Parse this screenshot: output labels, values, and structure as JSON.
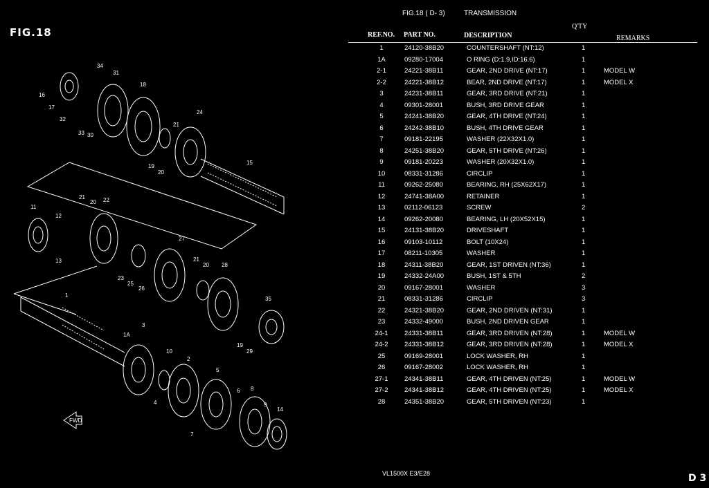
{
  "figure_label": "FIG.18",
  "header": {
    "fig_ref": "FIG.18 ( D- 3)",
    "title": "TRANSMISSION"
  },
  "columns": {
    "ref": "REF.NO.",
    "part": "PART NO.",
    "desc": "DESCRIPTION",
    "qty": "Q'TY",
    "remarks": "REMARKS"
  },
  "parts": [
    {
      "ref": "1",
      "part": "24120-38B20",
      "desc": "COUNTERSHAFT (NT:12)",
      "qty": "1",
      "remarks": ""
    },
    {
      "ref": "1A",
      "part": "09280-17004",
      "desc": "O RING (D:1.9,ID:16.6)",
      "qty": "1",
      "remarks": ""
    },
    {
      "ref": "2-1",
      "part": "24221-38B11",
      "desc": "GEAR, 2ND DRIVE (NT:17)",
      "qty": "1",
      "remarks": "MODEL W"
    },
    {
      "ref": "2-2",
      "part": "24221-38B12",
      "desc": "BEAR, 2ND DRIVE (NT:17)",
      "qty": "1",
      "remarks": "MODEL X"
    },
    {
      "ref": "3",
      "part": "24231-38B11",
      "desc": "GEAR, 3RD DRIVE (NT:21)",
      "qty": "1",
      "remarks": ""
    },
    {
      "ref": "4",
      "part": "09301-28001",
      "desc": "BUSH, 3RD DRIVE GEAR",
      "qty": "1",
      "remarks": ""
    },
    {
      "ref": "5",
      "part": "24241-38B20",
      "desc": "GEAR, 4TH DRIVE (NT:24)",
      "qty": "1",
      "remarks": ""
    },
    {
      "ref": "6",
      "part": "24242-38B10",
      "desc": "BUSH, 4TH DRIVE GEAR",
      "qty": "1",
      "remarks": ""
    },
    {
      "ref": "7",
      "part": "09181-22195",
      "desc": "WASHER (22X32X1.0)",
      "qty": "1",
      "remarks": ""
    },
    {
      "ref": "8",
      "part": "24251-38B20",
      "desc": "GEAR, 5TH DRIVE (NT:26)",
      "qty": "1",
      "remarks": ""
    },
    {
      "ref": "9",
      "part": "09181-20223",
      "desc": "WASHER (20X32X1.0)",
      "qty": "1",
      "remarks": ""
    },
    {
      "ref": "10",
      "part": "08331-31286",
      "desc": "CIRCLIP",
      "qty": "1",
      "remarks": ""
    },
    {
      "ref": "11",
      "part": "09262-25080",
      "desc": "BEARING, RH (25X62X17)",
      "qty": "1",
      "remarks": ""
    },
    {
      "ref": "12",
      "part": "24741-38A00",
      "desc": "RETAINER",
      "qty": "1",
      "remarks": ""
    },
    {
      "ref": "13",
      "part": "02112-06123",
      "desc": "SCREW",
      "qty": "2",
      "remarks": ""
    },
    {
      "ref": "14",
      "part": "09262-20080",
      "desc": "BEARING, LH (20X52X15)",
      "qty": "1",
      "remarks": ""
    },
    {
      "ref": "15",
      "part": "24131-38B20",
      "desc": "DRIVESHAFT",
      "qty": "1",
      "remarks": ""
    },
    {
      "ref": "16",
      "part": "09103-10112",
      "desc": "BOLT (10X24)",
      "qty": "1",
      "remarks": ""
    },
    {
      "ref": "17",
      "part": "08211-10305",
      "desc": "WASHER",
      "qty": "1",
      "remarks": ""
    },
    {
      "ref": "18",
      "part": "24311-38B20",
      "desc": "GEAR, 1ST DRIVEN (NT:36)",
      "qty": "1",
      "remarks": ""
    },
    {
      "ref": "19",
      "part": "24332-24A00",
      "desc": "BUSH, 1ST & 5TH",
      "qty": "2",
      "remarks": ""
    },
    {
      "ref": "20",
      "part": "09167-28001",
      "desc": "WASHER",
      "qty": "3",
      "remarks": ""
    },
    {
      "ref": "21",
      "part": "08331-31286",
      "desc": "CIRCLIP",
      "qty": "3",
      "remarks": ""
    },
    {
      "ref": "22",
      "part": "24321-38B20",
      "desc": "GEAR, 2ND DRIVEN (NT:31)",
      "qty": "1",
      "remarks": ""
    },
    {
      "ref": "23",
      "part": "24332-49000",
      "desc": "BUSH, 2ND DRIVEN GEAR",
      "qty": "1",
      "remarks": ""
    },
    {
      "ref": "24-1",
      "part": "24331-38B11",
      "desc": "GEAR, 3RD DRIVEN (NT:28)",
      "qty": "1",
      "remarks": "MODEL W"
    },
    {
      "ref": "24-2",
      "part": "24331-38B12",
      "desc": "GEAR, 3RD DRIVEN (NT:28)",
      "qty": "1",
      "remarks": "MODEL X"
    },
    {
      "ref": "25",
      "part": "09169-28001",
      "desc": "LOCK WASHER, RH",
      "qty": "1",
      "remarks": ""
    },
    {
      "ref": "26",
      "part": "09167-28002",
      "desc": "LOCK WASHER, RH",
      "qty": "1",
      "remarks": ""
    },
    {
      "ref": "27-1",
      "part": "24341-38B11",
      "desc": "GEAR, 4TH DRIVEN (NT:25)",
      "qty": "1",
      "remarks": "MODEL W"
    },
    {
      "ref": "27-2",
      "part": "24341-38B12",
      "desc": "GEAR, 4TH DRIVEN (NT:25)",
      "qty": "1",
      "remarks": "MODEL X"
    },
    {
      "ref": "28",
      "part": "24351-38B20",
      "desc": "GEAR, 5TH DRIVEN (NT:23)",
      "qty": "1",
      "remarks": ""
    }
  ],
  "diagram_callouts": [
    "34",
    "31",
    "18",
    "16",
    "17",
    "32",
    "33",
    "30",
    "24",
    "21",
    "19",
    "20",
    "15",
    "21",
    "20",
    "22",
    "11",
    "12",
    "27",
    "13",
    "21",
    "20",
    "28",
    "23",
    "25",
    "26",
    "35",
    "1",
    "1A",
    "3",
    "10",
    "2",
    "19",
    "29",
    "5",
    "6",
    "8",
    "9",
    "14",
    "4",
    "7"
  ],
  "diagram_direction_label": "FWD",
  "footer": {
    "model": "VL1500X  E3/E28",
    "page_code": "D 3"
  }
}
